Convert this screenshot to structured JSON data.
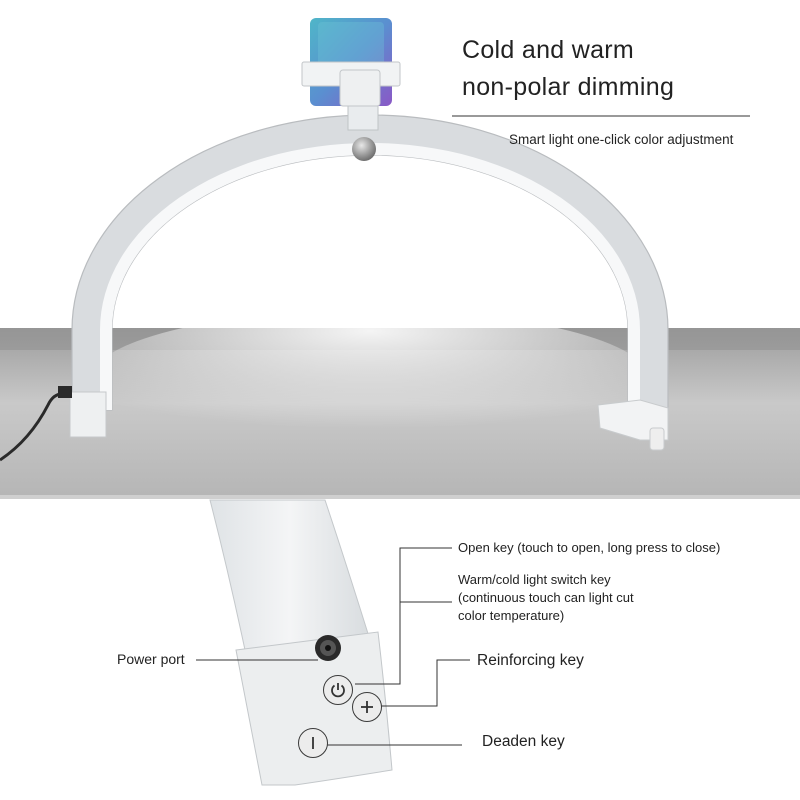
{
  "heading": {
    "line1": "Cold and warm",
    "line2": "non-polar dimming",
    "tagline": "Smart light one-click color adjustment"
  },
  "callouts": {
    "open_key": "Open key (touch to open, long press to close)",
    "switch_key_line1": "Warm/cold light switch key",
    "switch_key_line2": "(continuous touch can light cut",
    "switch_key_line3": "color temperature)",
    "power_port": "Power port",
    "reinforcing_key": "Reinforcing key",
    "deaden_key": "Deaden key"
  },
  "icons": {
    "power": "power-icon",
    "plus": "plus-icon",
    "minus": "minus-icon",
    "port": "power-port-icon"
  },
  "colors": {
    "lamp_body": "#eceeef",
    "table_top": "#a8a8a8",
    "line": "#333333"
  }
}
